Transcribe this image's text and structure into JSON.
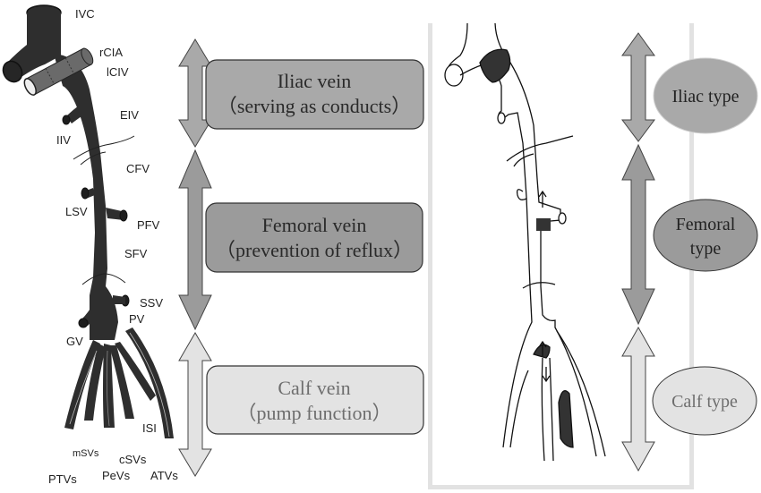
{
  "left_panel": {
    "anatomy_labels": {
      "ivc": "IVC",
      "rcia": "rCIA",
      "lciv": "lCIV",
      "eiv": "EIV",
      "iiv": "IIV",
      "cfv": "CFV",
      "lsv": "LSV",
      "pfv": "PFV",
      "sfv": "SFV",
      "ssv": "SSV",
      "pv": "PV",
      "gv": "GV",
      "isi": "ISI",
      "msvs": "mSVs",
      "csvs": "cSVs",
      "ptvs": "PTVs",
      "pevs": "PeVs",
      "atvs": "ATVs"
    },
    "segments": [
      {
        "title": "Iliac vein",
        "subtitle": "（serving as conducts）",
        "fill": "#a9a9a9",
        "text_color": "#2a2a2a"
      },
      {
        "title": "Femoral vein",
        "subtitle": "（prevention of reflux）",
        "fill": "#9b9b9b",
        "text_color": "#2a2a2a"
      },
      {
        "title": "Calf vein",
        "subtitle": "（pump function）",
        "fill": "#e3e3e3",
        "text_color": "#6e6e6e"
      }
    ]
  },
  "right_panel": {
    "types": [
      {
        "label_line1": "Iliac type",
        "label_line2": "",
        "fill": "#a9a9a9"
      },
      {
        "label_line1": "Femoral",
        "label_line2": "type",
        "fill": "#9b9b9b"
      },
      {
        "label_line1": "Calf type",
        "label_line2": "",
        "fill": "#e3e3e3"
      }
    ]
  },
  "colors": {
    "vein_dark": "#2e2e2e",
    "clot": "#3a3a3a",
    "frame": "#e2e2e2",
    "arrow_outline": "#444444"
  }
}
